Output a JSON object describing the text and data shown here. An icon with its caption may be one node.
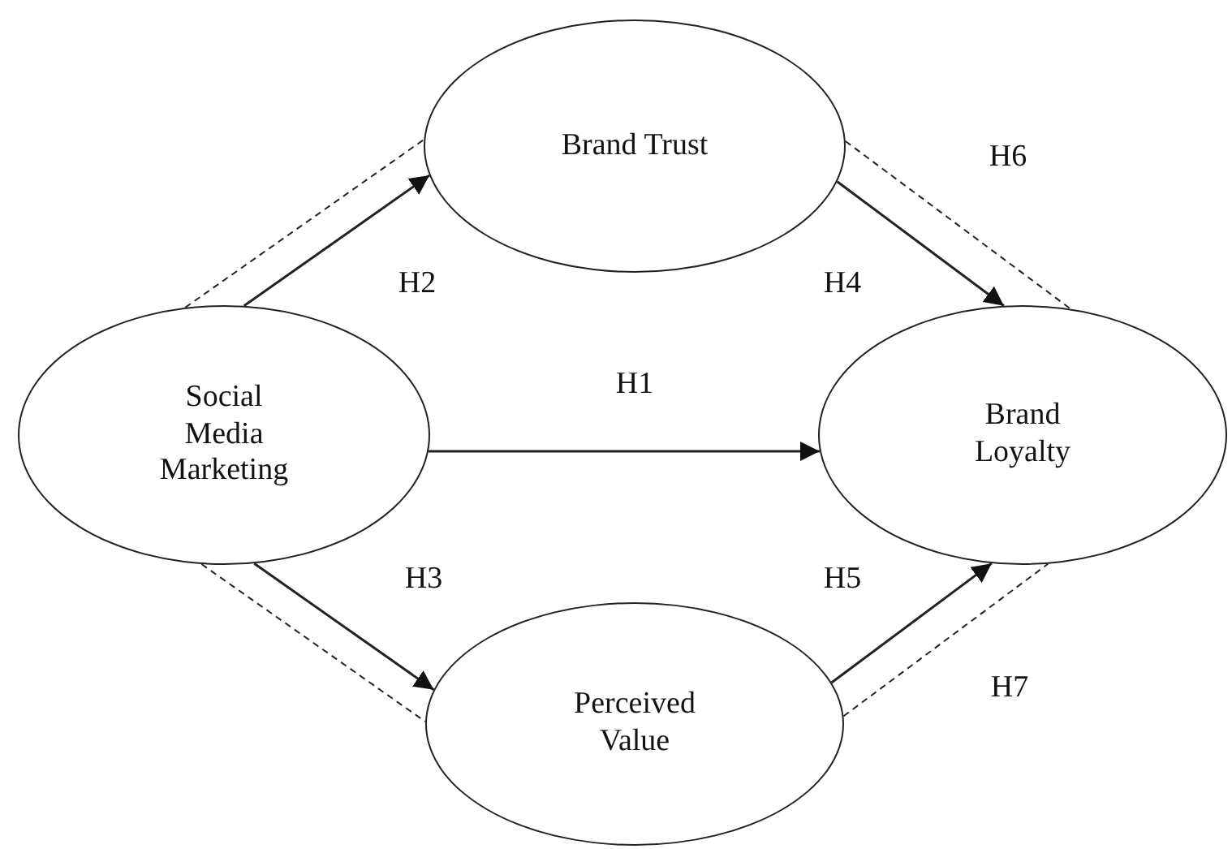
{
  "diagram": {
    "nodes": [
      {
        "text": [
          "Brand Trust"
        ]
      },
      {
        "text": [
          "Social Media Marketing"
        ]
      },
      {
        "text": [
          "Brand Loyalty"
        ]
      },
      {
        "text": [
          "Perceived Value"
        ]
      }
    ],
    "edges": [
      {
        "from": 1,
        "to": 0,
        "arrow": "none",
        "style": "dashed"
      },
      {
        "from": 1,
        "to": 0,
        "arrow": "to"
      },
      {
        "from": 0,
        "to": 2,
        "arrow": "to"
      },
      {
        "from": 0,
        "to": 2,
        "arrow": "none",
        "style": "dashed"
      },
      {
        "from": 1,
        "to": 2,
        "arrow": "to"
      },
      {
        "from": 1,
        "to": 3,
        "arrow": "to"
      },
      {
        "from": 1,
        "to": 3,
        "arrow": "none",
        "style": "dashed"
      },
      {
        "from": 3,
        "to": 2,
        "arrow": "to"
      },
      {
        "from": 3,
        "to": 2,
        "arrow": "none",
        "style": "dashed"
      }
    ],
    "labels": [
      "H6",
      "H2",
      "H4",
      "H1",
      "H3",
      "H5",
      "H7"
    ]
  }
}
